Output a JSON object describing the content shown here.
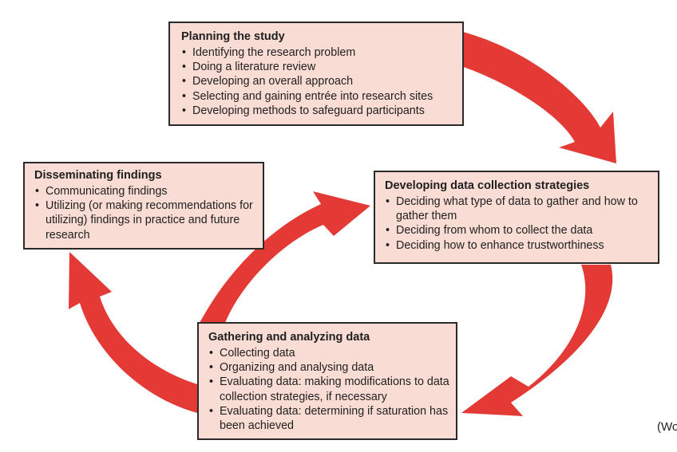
{
  "colors": {
    "box_fill": "#f9dcd4",
    "box_border": "#2a2a2a",
    "arrow_fill": "#e33a36",
    "arrow_shadow": "#b8211f"
  },
  "stages": {
    "planning": {
      "title": "Planning the study",
      "items": [
        "Identifying the research problem",
        "Doing a literature review",
        "Developing an overall approach",
        "Selecting and gaining entrée into research sites",
        "Developing methods to safeguard participants"
      ]
    },
    "developing": {
      "title": "Developing data collection strategies",
      "items": [
        "Deciding what type of data to gather and how to gather them",
        "Deciding from whom to collect the data",
        "Deciding how to enhance trustworthiness"
      ]
    },
    "disseminating": {
      "title": "Disseminating findings",
      "items": [
        "Communicating findings",
        "Utilizing (or making recommendations for utilizing) findings in practice and future research"
      ]
    },
    "gathering": {
      "title": "Gathering and analyzing data",
      "items": [
        "Collecting data",
        "Organizing and analysing data",
        "Evaluating data: making modifications to data collection strategies, if necessary",
        "Evaluating data: determining if saturation has been achieved"
      ]
    }
  },
  "citation": "(Wo"
}
